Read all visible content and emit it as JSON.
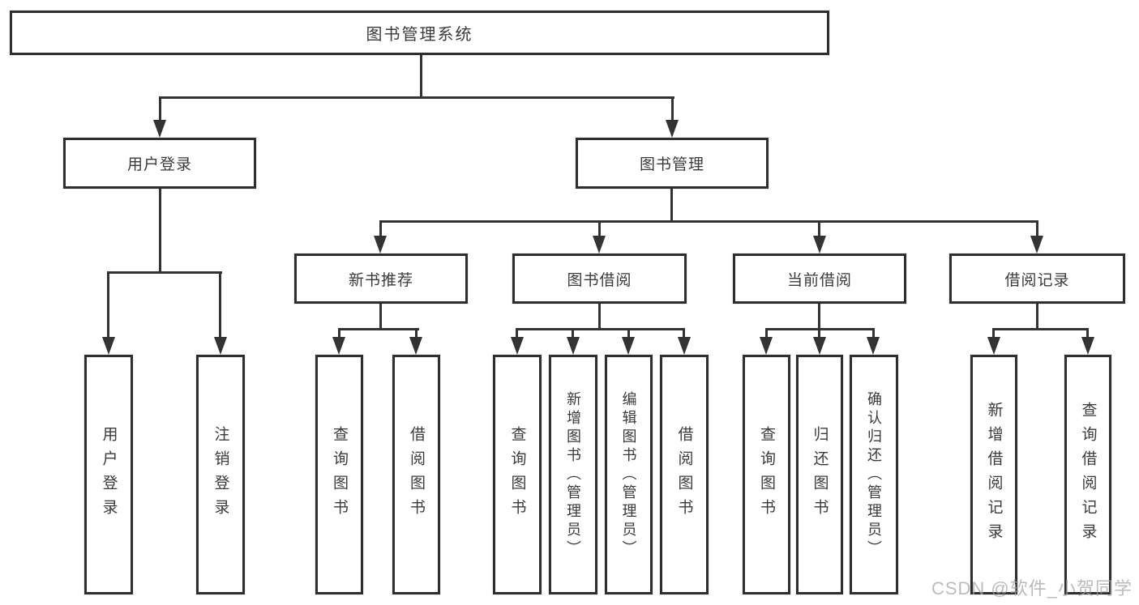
{
  "diagram": {
    "root_label": "图书管理系统",
    "branches": [
      {
        "label": "用户登录",
        "children": [
          {
            "label": "用户登录"
          },
          {
            "label": "注销登录"
          }
        ]
      },
      {
        "label": "图书管理",
        "children": [
          {
            "label": "新书推荐",
            "children": [
              {
                "label": "查询图书"
              },
              {
                "label": "借阅图书"
              }
            ]
          },
          {
            "label": "图书借阅",
            "children": [
              {
                "label": "查询图书"
              },
              {
                "label": "新增图书（管理员）"
              },
              {
                "label": "编辑图书（管理员）"
              },
              {
                "label": "借阅图书"
              }
            ]
          },
          {
            "label": "当前借阅",
            "children": [
              {
                "label": "查询图书"
              },
              {
                "label": "归还图书"
              },
              {
                "label": "确认归还（管理员）"
              }
            ]
          },
          {
            "label": "借阅记录",
            "children": [
              {
                "label": "新增借阅记录"
              },
              {
                "label": "查询借阅记录"
              }
            ]
          }
        ]
      }
    ]
  },
  "watermark": {
    "text": "CSDN @软件_小贺同学"
  },
  "colors": {
    "line": "#333333",
    "border": "#2e2e2e",
    "text": "#3a3a3a",
    "watermark": "#c8c8c8",
    "background": "#ffffff"
  }
}
